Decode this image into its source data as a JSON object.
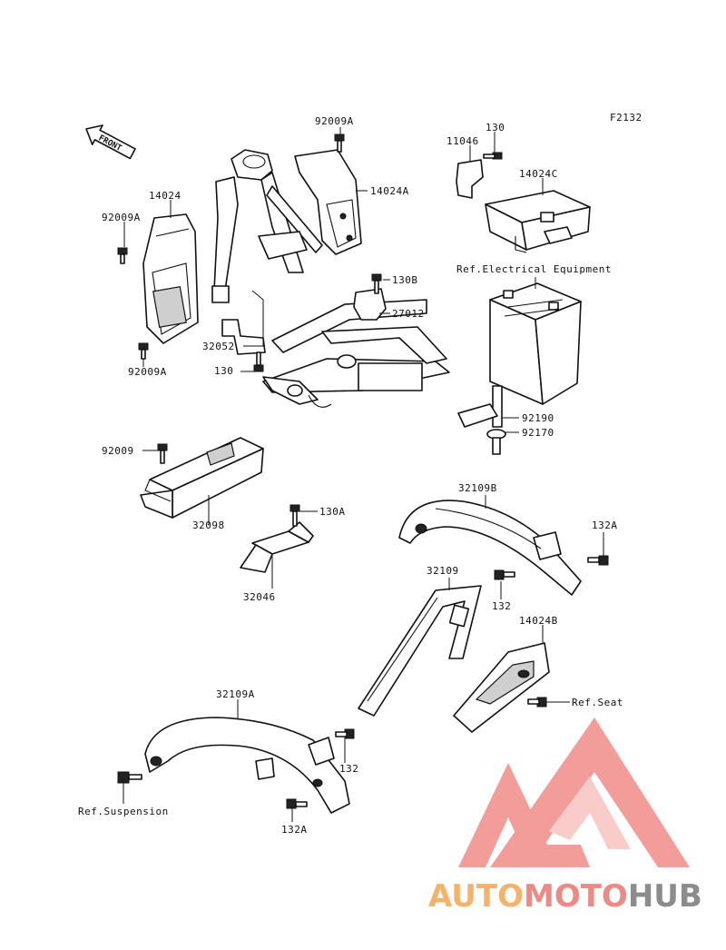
{
  "diagram": {
    "figure_code": "F2132",
    "front_label": "FRONT",
    "labels": {
      "p92009A_top": "92009A",
      "p130_top": "130",
      "p11046": "11046",
      "p14024C": "14024C",
      "p14024A": "14024A",
      "p14024": "14024",
      "p92009A_left": "92009A",
      "p92009A_bottom": "92009A",
      "ref_electrical": "Ref.Electrical Equipment",
      "p130B": "130B",
      "p27012": "27012",
      "p32052": "32052",
      "p130_mid": "130",
      "p92190": "92190",
      "p92170": "92170",
      "p92009": "92009",
      "p32098": "32098",
      "p130A": "130A",
      "p32046": "32046",
      "p32109B": "32109B",
      "p132A_right": "132A",
      "p132_right": "132",
      "p32109": "32109",
      "p14024B": "14024B",
      "ref_seat": "Ref.Seat",
      "p32109A": "32109A",
      "p132_low": "132",
      "ref_suspension": "Ref.Suspension",
      "p132A_low": "132A"
    }
  },
  "watermark": {
    "part1": "AUTO",
    "part2": "MOTO",
    "part3": "HUB",
    "colors": {
      "auto": "#f5b26b",
      "moto": "#ee8a86",
      "hub": "#8c8c8c",
      "logo": "#f08c88"
    }
  }
}
